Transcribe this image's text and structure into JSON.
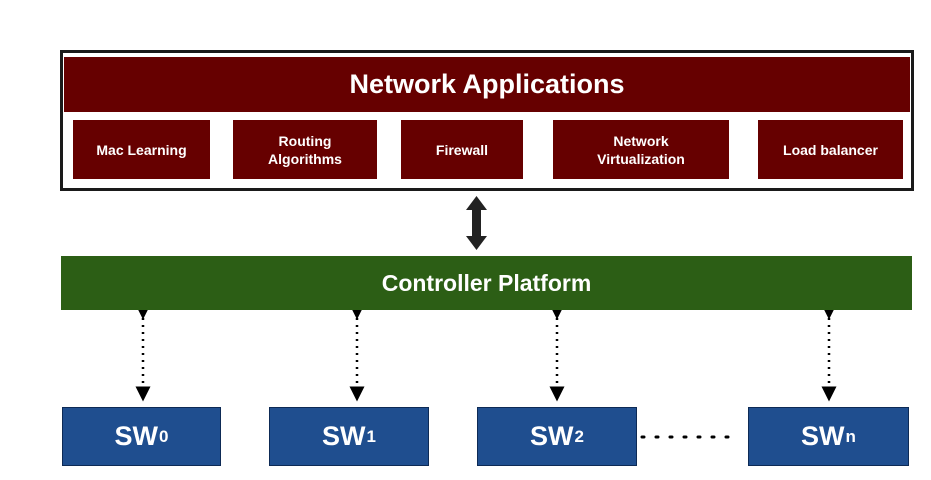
{
  "network_applications": {
    "title": "Network Applications",
    "apps": [
      {
        "label": "Mac Learning"
      },
      {
        "label": "Routing\nAlgorithms"
      },
      {
        "label": "Firewall"
      },
      {
        "label": "Network\nVirtualization"
      },
      {
        "label": "Load balancer"
      }
    ]
  },
  "controller": {
    "label": "Controller Platform"
  },
  "switches": [
    {
      "base": "SW",
      "sub": "0"
    },
    {
      "base": "SW",
      "sub": "1"
    },
    {
      "base": "SW",
      "sub": "2"
    },
    {
      "base": "SW",
      "sub": "n"
    }
  ],
  "colors": {
    "applications": "#660000",
    "controller": "#2c5e15",
    "switch": "#1f4e8f"
  }
}
